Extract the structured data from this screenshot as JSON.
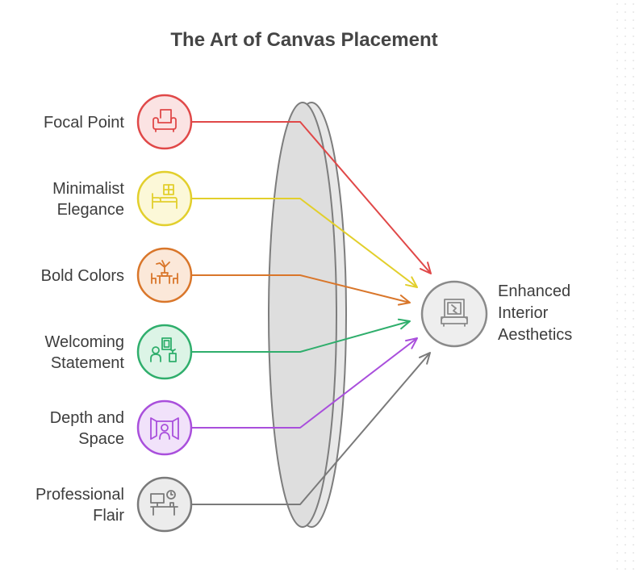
{
  "title": "The Art of Canvas Placement",
  "inputs": [
    {
      "lines": [
        "Focal Point"
      ],
      "color": "#e04848",
      "fill": "#fbe3e3",
      "icon": "sofa-icon"
    },
    {
      "lines": [
        "Minimalist",
        "Elegance"
      ],
      "color": "#e2cf2c",
      "fill": "#fcf8d8",
      "icon": "bed-window-icon"
    },
    {
      "lines": [
        "Bold Colors"
      ],
      "color": "#d9762a",
      "fill": "#fbe8d9",
      "icon": "dining-table-plant-icon"
    },
    {
      "lines": [
        "Welcoming",
        "Statement"
      ],
      "color": "#2fae6c",
      "fill": "#dcf4e6",
      "icon": "person-artwork-icon"
    },
    {
      "lines": [
        "Depth and",
        "Space"
      ],
      "color": "#a94fdc",
      "fill": "#f1e2fa",
      "icon": "person-room-icon"
    },
    {
      "lines": [
        "Professional",
        "Flair"
      ],
      "color": "#7a7a7a",
      "fill": "#ececec",
      "icon": "desk-monitor-clock-icon"
    }
  ],
  "output": {
    "lines": [
      "Enhanced",
      "Interior",
      "Aesthetics"
    ],
    "color": "#8a8a8a",
    "fill": "#eeeeee",
    "icon": "canvas-frame-icon"
  }
}
